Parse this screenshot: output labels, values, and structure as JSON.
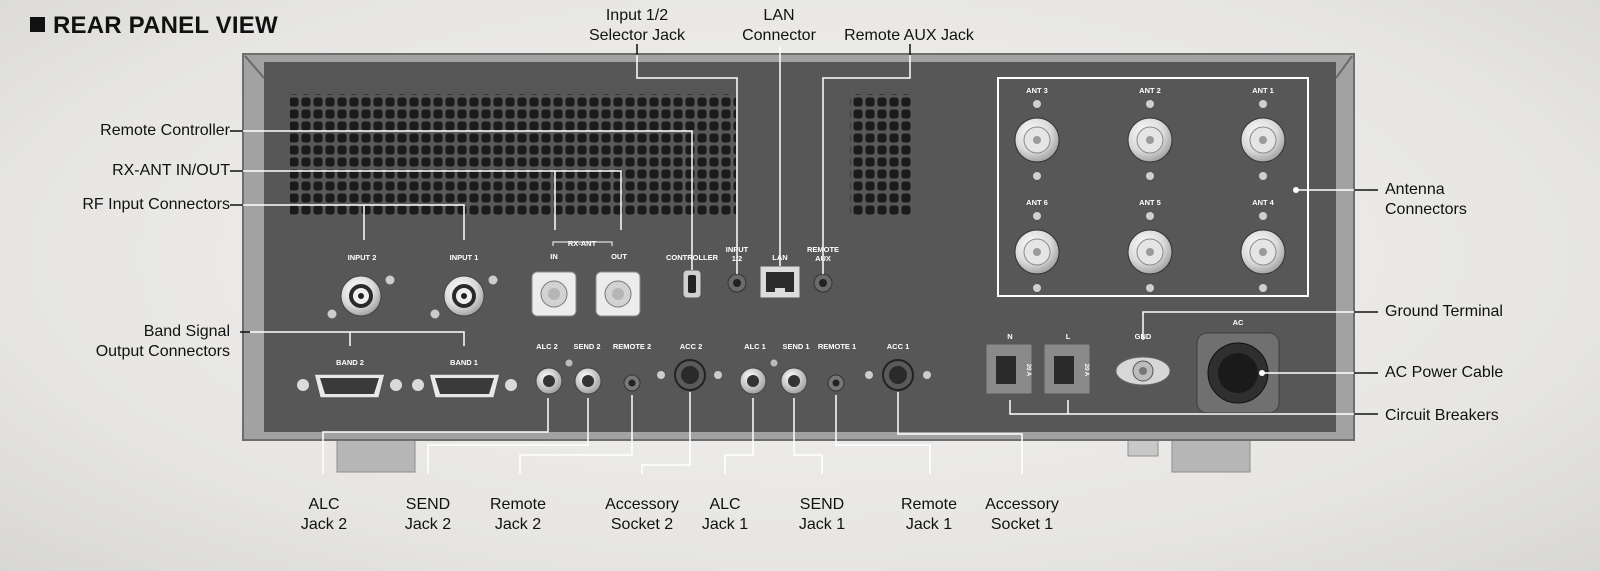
{
  "title": "REAR PANEL VIEW",
  "callouts": {
    "input_selector": "Input 1/2\nSelector Jack",
    "lan_connector": "LAN\nConnector",
    "remote_aux": "Remote AUX Jack",
    "remote_controller": "Remote Controller",
    "rx_ant": "RX-ANT IN/OUT",
    "rf_input": "RF Input Connectors",
    "band_signal": "Band Signal\nOutput Connectors",
    "antenna_connectors": "Antenna\nConnectors",
    "ground_terminal": "Ground Terminal",
    "ac_power_cable": "AC Power Cable",
    "circuit_breakers": "Circuit Breakers",
    "alc_jack_2": "ALC\nJack 2",
    "send_jack_2": "SEND\nJack 2",
    "remote_jack_2": "Remote\nJack 2",
    "accessory_socket_2": "Accessory\nSocket 2",
    "alc_jack_1": "ALC\nJack 1",
    "send_jack_1": "SEND\nJack 1",
    "remote_jack_1": "Remote\nJack 1",
    "accessory_socket_1": "Accessory\nSocket 1"
  },
  "panel_labels": {
    "input2": "INPUT 2",
    "input1": "INPUT 1",
    "rx_ant": "RX-ANT",
    "rx_in": "IN",
    "rx_out": "OUT",
    "controller": "CONTROLLER",
    "input12": "INPUT\n1/2",
    "lan": "LAN",
    "remote_aux": "REMOTE\nAUX",
    "band2": "BAND 2",
    "band1": "BAND 1",
    "alc2": "ALC 2",
    "send2": "SEND 2",
    "remote2": "REMOTE 2",
    "acc2": "ACC 2",
    "alc1": "ALC 1",
    "send1": "SEND 1",
    "remote1": "REMOTE 1",
    "acc1": "ACC 1",
    "ant3": "ANT 3",
    "ant2": "ANT 2",
    "ant1": "ANT 1",
    "ant6": "ANT 6",
    "ant5": "ANT 5",
    "ant4": "ANT 4",
    "n": "N",
    "l": "L",
    "gnd": "GND",
    "ac": "AC",
    "breaker_rating": "20 A"
  },
  "colors": {
    "panel": "#555555",
    "panel_dark": "#3c3c3c",
    "frame": "#9c9c9c",
    "leader": "#ffffff",
    "callout_line": "#111111"
  }
}
